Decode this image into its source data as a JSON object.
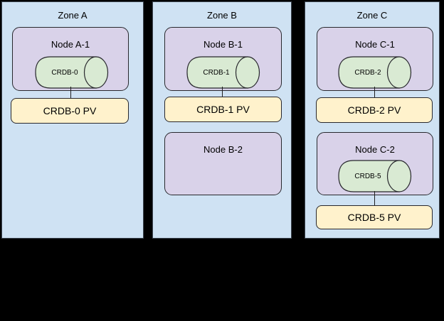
{
  "colors": {
    "background": "#000000",
    "zone_fill": "#cfe2f3",
    "node_fill": "#d9d2e9",
    "database_fill": "#d9ead3",
    "pv_fill": "#fff2cc",
    "border": "#28282d",
    "text": "#000000"
  },
  "zones": [
    {
      "label": "Zone A",
      "node1": {
        "label": "Node A-1",
        "database": "CRDB-0"
      },
      "pv1": {
        "label": "CRDB-0 PV"
      }
    },
    {
      "label": "Zone B",
      "node1": {
        "label": "Node B-1",
        "database": "CRDB-1"
      },
      "pv1": {
        "label": "CRDB-1 PV"
      },
      "node2": {
        "label": "Node B-2"
      }
    },
    {
      "label": "Zone C",
      "node1": {
        "label": "Node C-1",
        "database": "CRDB-2"
      },
      "pv1": {
        "label": "CRDB-2 PV"
      },
      "node2": {
        "label": "Node C-2",
        "database": "CRDB-5"
      },
      "pv2": {
        "label": "CRDB-5 PV"
      }
    }
  ]
}
